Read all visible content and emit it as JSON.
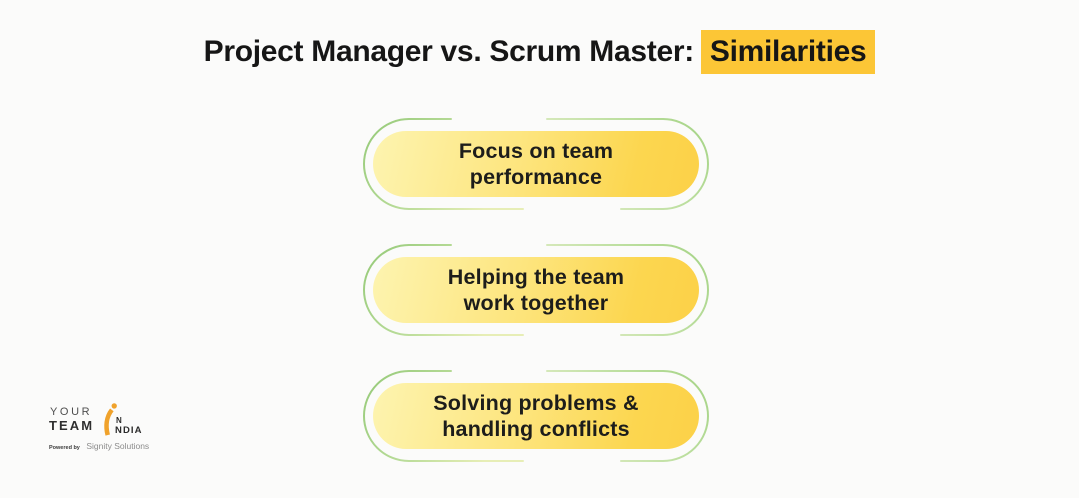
{
  "page": {
    "background_color": "#fbfbfa"
  },
  "header": {
    "title_prefix": "Project Manager vs. Scrum Master:",
    "title_highlight": "Similarities",
    "highlight_color": "#fcc636",
    "text_color": "#161616"
  },
  "pills": {
    "items": [
      {
        "label": "Focus on team performance",
        "lines": [
          "Focus on team",
          "performance"
        ]
      },
      {
        "label": "Helping the team work together",
        "lines": [
          "Helping the team",
          "work together"
        ]
      },
      {
        "label": "Solving problems & handling conflicts",
        "lines": [
          "Solving problems &",
          "handling conflicts"
        ]
      }
    ],
    "fill_gradient": [
      "#fdf4b0",
      "#fcd148"
    ],
    "outline_gradient": [
      "#94c977",
      "#e7eeb6"
    ],
    "text_color": "#1d1d1b"
  },
  "logo": {
    "word_your": "YOUR",
    "word_team": "TEAM",
    "letter_n": "N",
    "word_ndia": "NDIA",
    "powered_prefix": "Powered by",
    "powered_brand": "Signity Solutions",
    "accent_orange": "#f0a22b",
    "dark_color": "#2f2f2f",
    "gray_color": "#8c8c8c"
  }
}
